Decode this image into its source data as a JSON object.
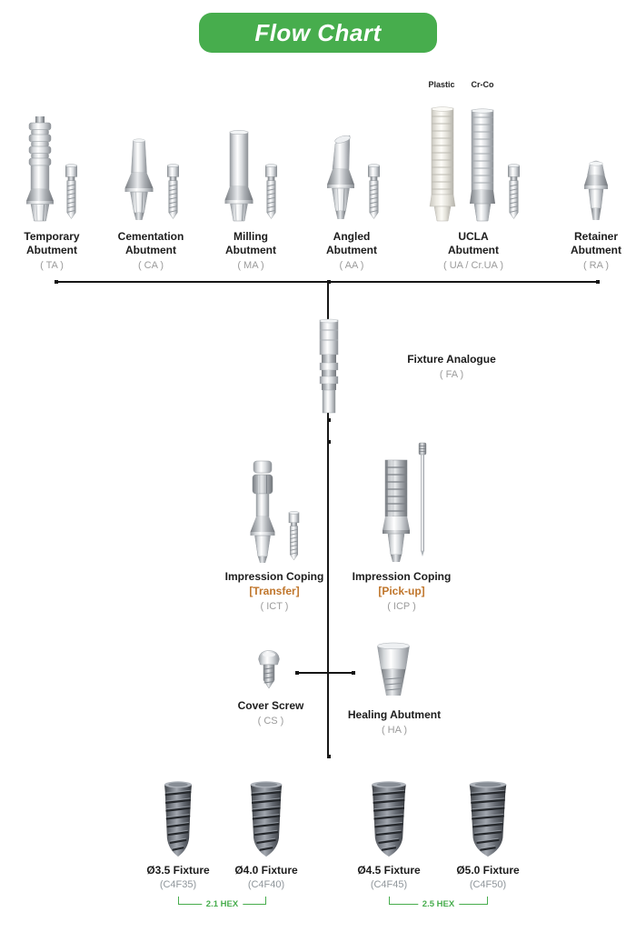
{
  "header": {
    "title": "Flow Chart"
  },
  "colors": {
    "accent_green": "#47ad4d",
    "variant_orange": "#c0762c",
    "code_gray": "#9b9b9b"
  },
  "abutments": [
    {
      "line1": "Temporary",
      "line2": "Abutment",
      "code": "( TA )"
    },
    {
      "line1": "Cementation",
      "line2": "Abutment",
      "code": "( CA )"
    },
    {
      "line1": "Milling",
      "line2": "Abutment",
      "code": "( MA )"
    },
    {
      "line1": "Angled",
      "line2": "Abutment",
      "code": "( AA )"
    },
    {
      "line1": "UCLA",
      "line2": "Abutment",
      "code": "( UA / Cr.UA )",
      "sub1": "Plastic",
      "sub2": "Cr-Co"
    },
    {
      "line1": "Retainer",
      "line2": "Abutment",
      "code": "( RA )"
    }
  ],
  "fixture_analogue": {
    "name": "Fixture Analogue",
    "code": "( FA )"
  },
  "impression_copings": [
    {
      "name": "Impression Coping",
      "variant": "[Transfer]",
      "code": "( ICT )"
    },
    {
      "name": "Impression Coping",
      "variant": "[Pick-up]",
      "code": "( ICP )"
    }
  ],
  "cover_screw": {
    "name": "Cover Screw",
    "code": "( CS )"
  },
  "healing_abutment": {
    "name": "Healing Abutment",
    "code": "( HA )"
  },
  "fixtures": [
    {
      "name": "Ø3.5 Fixture",
      "code": "(C4F35)"
    },
    {
      "name": "Ø4.0 Fixture",
      "code": "(C4F40)"
    },
    {
      "name": "Ø4.5 Fixture",
      "code": "(C4F45)"
    },
    {
      "name": "Ø5.0 Fixture",
      "code": "(C4F50)"
    }
  ],
  "hex_groups": [
    {
      "label": "2.1 HEX"
    },
    {
      "label": "2.5 HEX"
    }
  ]
}
